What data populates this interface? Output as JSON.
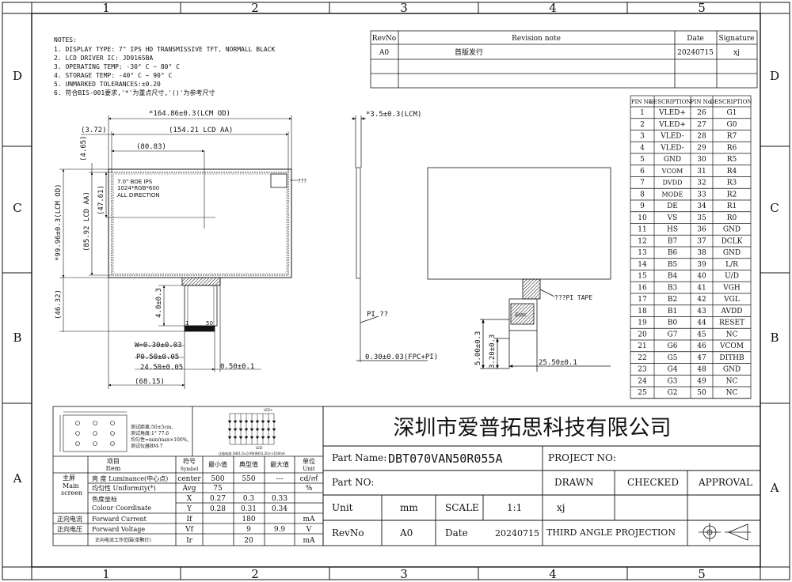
{
  "frame": {
    "col_labels": [
      "1",
      "2",
      "3",
      "4",
      "5"
    ],
    "row_labels": [
      "D",
      "C",
      "B",
      "A"
    ]
  },
  "notes": {
    "title": "NOTES:",
    "lines": [
      "1. DISPLAY TYPE: 7\" IPS HD TRANSMISSIVE TFT, NORMALL BLACK",
      "2. LCD DRIVER IC: JD9165BA",
      "3. OPERATING TEMP: -30° C ~ 80° C",
      "4. STORAGE TEMP: -40° C ~ 90° C",
      "5. UNMARKED TOLERANCES:±0.20",
      "6. 符合BIS-001要求,'*'为重点尺寸,'()'为参考尺寸"
    ]
  },
  "revision_table": {
    "headers": [
      "RevNo",
      "Revision note",
      "Date",
      "Signature"
    ],
    "rows": [
      [
        "A0",
        "首版发行",
        "20240715",
        "xj"
      ],
      [
        "",
        "",
        "",
        ""
      ],
      [
        "",
        "",
        "",
        ""
      ]
    ]
  },
  "front_view": {
    "panel_label_1": "7.0\" BOE IPS",
    "panel_label_2": "1024*RGB*600",
    "panel_label_3": "ALL DIRECTION",
    "dim_lcm_od_w": "*164.86±0.3(LCM OD)",
    "dim_lcd_aa_w": "(154.21 LCD AA)",
    "dim_372": "(3.72)",
    "dim_8083": "(80.83)",
    "dim_465": "(4.65)",
    "dim_4761": "(47.61)",
    "dim_lcm_od_h": "*99.96±0.3(LCM OD)",
    "dim_lcd_aa_h": "(85.92 LCD AA)",
    "dim_4632": "(46.32)",
    "dim_fpc_len": "4.0±0.3",
    "pin_1": "1",
    "pin_50": "50",
    "dim_w": "W=0.30±0.03",
    "dim_p": "P0.50±0.05",
    "dim_2450": "24.50±0.05",
    "dim_050": "0.50±0.1",
    "dim_6815": "(68.15)",
    "note_qqq": "???"
  },
  "side_view": {
    "dim_thk": "*3.5±0.3(LCM)",
    "label_pi": "PI ??",
    "dim_fpc": "0.30±0.03(FPC+PI)"
  },
  "back_view": {
    "label_pi_tape": "???PI TAPE",
    "dim_500": "5.00±0.3",
    "dim_320": "3.20±0.3",
    "dim_2550": "25.50±0.1",
    "ic_label": "驱动IC"
  },
  "pin_table": {
    "headers": [
      "PIN No.",
      "DESCRIPTION",
      "PIN No.",
      "DESCRIPTION"
    ],
    "rows": [
      [
        "1",
        "VLED+",
        "26",
        "G1"
      ],
      [
        "2",
        "VLED+",
        "27",
        "G0"
      ],
      [
        "3",
        "VLED-",
        "28",
        "R7"
      ],
      [
        "4",
        "VLED-",
        "29",
        "R6"
      ],
      [
        "5",
        "GND",
        "30",
        "R5"
      ],
      [
        "6",
        "VCOM",
        "31",
        "R4"
      ],
      [
        "7",
        "DVDD",
        "32",
        "R3"
      ],
      [
        "8",
        "MODE",
        "33",
        "R2"
      ],
      [
        "9",
        "DE",
        "34",
        "R1"
      ],
      [
        "10",
        "VS",
        "35",
        "R0"
      ],
      [
        "11",
        "HS",
        "36",
        "GND"
      ],
      [
        "12",
        "B7",
        "37",
        "DCLK"
      ],
      [
        "13",
        "B6",
        "38",
        "GND"
      ],
      [
        "14",
        "B5",
        "39",
        "L/R"
      ],
      [
        "15",
        "B4",
        "40",
        "U/D"
      ],
      [
        "16",
        "B3",
        "41",
        "VGH"
      ],
      [
        "17",
        "B2",
        "42",
        "VGL"
      ],
      [
        "18",
        "B1",
        "43",
        "AVDD"
      ],
      [
        "19",
        "B0",
        "44",
        "RESET"
      ],
      [
        "20",
        "G7",
        "45",
        "NC"
      ],
      [
        "21",
        "G6",
        "46",
        "VCOM"
      ],
      [
        "22",
        "G5",
        "47",
        "DITHB"
      ],
      [
        "23",
        "G4",
        "48",
        "GND"
      ],
      [
        "24",
        "G3",
        "49",
        "NC"
      ],
      [
        "25",
        "G2",
        "50",
        "NC"
      ]
    ]
  },
  "spec": {
    "measure_notes": [
      "测试距离:50±5cm,",
      "测试角度:1° 77.6",
      "均匀性=min/max×100%,",
      "测试仪器BM-7"
    ],
    "circuit_label": "LED+",
    "circuit_label_bottom": "LED-",
    "circuit_caption": "正极电流:1N01.0=0.99(IN)01.20××100mA",
    "headers": [
      "项目\nItem",
      "符号\nSymbol",
      "最小值",
      "典型值",
      "最大值",
      "单位\nUnit"
    ],
    "group_screen": "主屏\nMain\nscreen",
    "row_lum_name": "亮 度 Luminance(中心点)",
    "row_lum": [
      "center",
      "500",
      "550",
      "---",
      "cd/㎡"
    ],
    "row_uni_name": "均匀性 Uniformity(*)",
    "row_uni": [
      "Avg",
      "75",
      "",
      "",
      "%"
    ],
    "row_col_name1": "色度坐标",
    "row_col_name2": "Colour Coordinate",
    "row_colx": [
      "X",
      "0.27",
      "0.3",
      "0.33",
      ""
    ],
    "row_coly": [
      "Y",
      "0.28",
      "0.31",
      "0.34",
      ""
    ],
    "row_cur_group": "正向电流",
    "row_cur_name": "Forward Current",
    "row_cur": [
      "If",
      "",
      "180",
      "",
      "mA"
    ],
    "row_vol_group": "正向电压",
    "row_vol_name": "Forward Voltage",
    "row_vol": [
      "Vf",
      "",
      "9",
      "9.9",
      "V"
    ],
    "row_op_name": "正向电流工作范围(单颗灯)",
    "row_op": [
      "Ir",
      "",
      "20",
      "",
      "mA"
    ]
  },
  "title_block": {
    "company": "深圳市爱普拓思科技有限公司",
    "part_name_label": "Part Name:",
    "part_name": "DBT070VAN50R055A",
    "project_label": "PROJECT NO:",
    "part_no_label": "Part NO:",
    "drawn": "DRAWN",
    "checked": "CHECKED",
    "approval": "APPROVAL",
    "unit_label": "Unit",
    "unit": "mm",
    "scale_label": "SCALE",
    "scale": "1:1",
    "drawn_by": "xj",
    "revno_label": "RevNo",
    "revno": "A0",
    "date_label": "Date",
    "date": "20240715",
    "projection": "THIRD ANGLE PROJECTION"
  }
}
